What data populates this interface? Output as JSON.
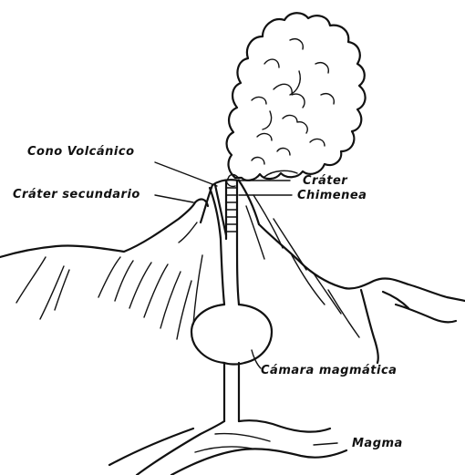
{
  "labels": {
    "cono_volcanico": "Cono Volcánico",
    "crater": "Cráter",
    "crater_secundario": "Cráter secundario",
    "chimenea": "Chimenea",
    "camara_magmatica": "Cámara magmática",
    "magma": "Magma"
  },
  "colors": {
    "ink": "#111111",
    "paper": "#ffffff"
  }
}
